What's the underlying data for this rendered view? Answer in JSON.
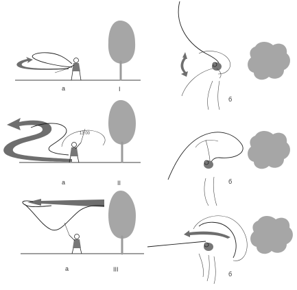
{
  "labels": {
    "a1": "а",
    "a2": "а",
    "a3": "а",
    "b1": "б",
    "b2": "б",
    "b3": "б",
    "r1": "I",
    "r2": "II",
    "r3": "III"
  },
  "clock_time": "13:00",
  "colors": {
    "tree": "#a6a6a6",
    "arrow": "#6e6e6e",
    "line": "#1a1a1a",
    "background": "#ffffff"
  },
  "icons": [
    "tree-icon",
    "bush-icon",
    "angler-figure",
    "cast-arrow",
    "rotation-arrow"
  ]
}
